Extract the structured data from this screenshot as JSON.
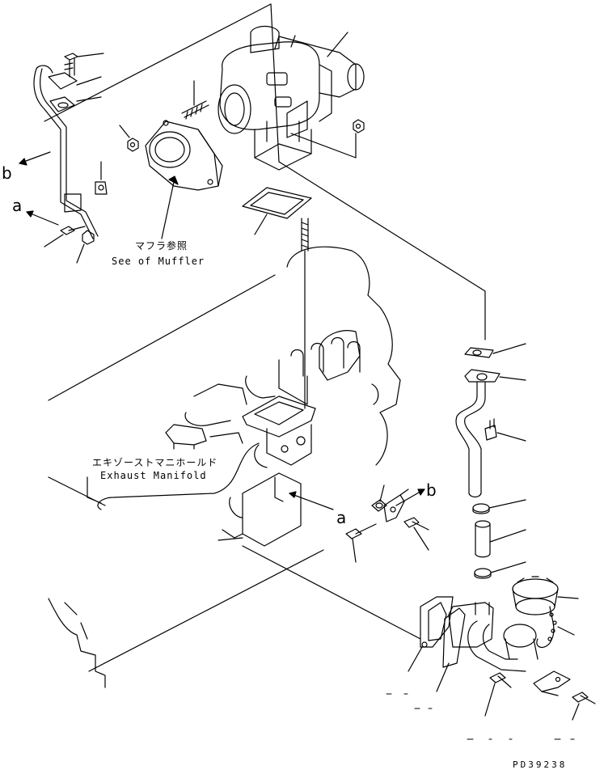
{
  "callouts": {
    "a_left": "a",
    "b_left": "b",
    "a_right": "a",
    "b_right": "b"
  },
  "labels": {
    "muffler_jp": "マフラ参照",
    "muffler_en": "See of Muffler",
    "manifold_jp": "エキゾーストマニホールド",
    "manifold_en": "Exhaust Manifold"
  },
  "drawing_code": "PD39238",
  "colors": {
    "line": "#000000",
    "background": "#ffffff"
  }
}
